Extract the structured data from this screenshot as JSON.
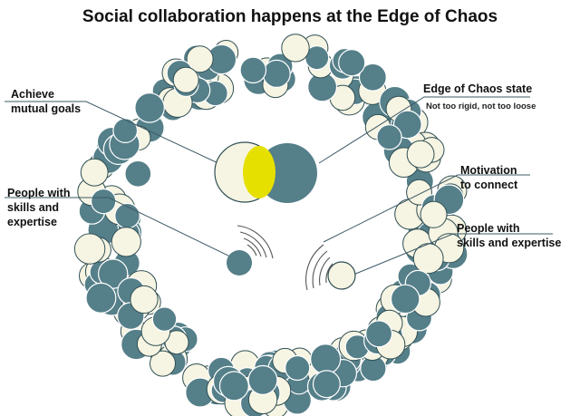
{
  "title": "Social collaboration happens at the Edge of Chaos",
  "labels": {
    "achieve": [
      "Achieve",
      "mutual goals"
    ],
    "people_left": [
      "People with",
      "skills and",
      "expertise"
    ],
    "edge": "Edge of Chaos state",
    "edge_sub": "Not too rigid, not too loose",
    "motivation": [
      "Motivation",
      "to connect"
    ],
    "people_right": [
      "People with",
      "skills and expertise"
    ]
  },
  "colors": {
    "teal": "#557f89",
    "cream": "#f6f4e2",
    "yellow": "#e6e000",
    "outline": "#2f4f55"
  }
}
